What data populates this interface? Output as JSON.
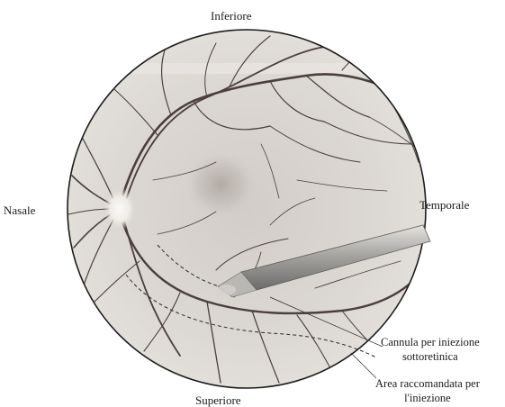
{
  "diagram": {
    "labels": {
      "inferior": "Inferiore",
      "superior": "Superiore",
      "nasal": "Nasale",
      "temporal": "Temporale",
      "cannula_line1": "Cannula per iniezione",
      "cannula_line2": "sottoretinica",
      "area_line1": "Area raccomandata per",
      "area_line2": "l'iniezione"
    }
  },
  "colors": {
    "retina_background": "#d9d4cf",
    "vessel": "#4a3f3c",
    "cannula": "#9c9a97",
    "outline": "#1b1b1b"
  }
}
